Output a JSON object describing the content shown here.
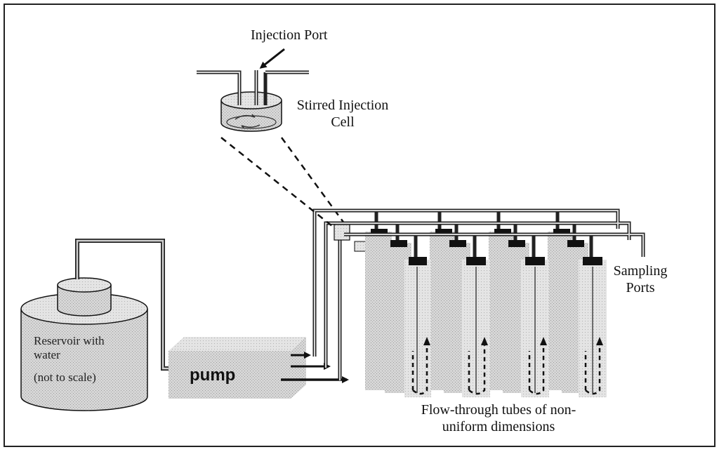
{
  "labels": {
    "injection_port": "Injection Port",
    "stirred_cell_line1": "Stirred Injection",
    "stirred_cell_line2": "Cell",
    "sampling_line1": "Sampling",
    "sampling_line2": "Ports",
    "reservoir_line1": "Reservoir with",
    "reservoir_line2": "water",
    "reservoir_line3": "(not to scale)",
    "pump": "pump",
    "tubes_line1": "Flow-through tubes of non-",
    "tubes_line2": "uniform dimensions"
  }
}
